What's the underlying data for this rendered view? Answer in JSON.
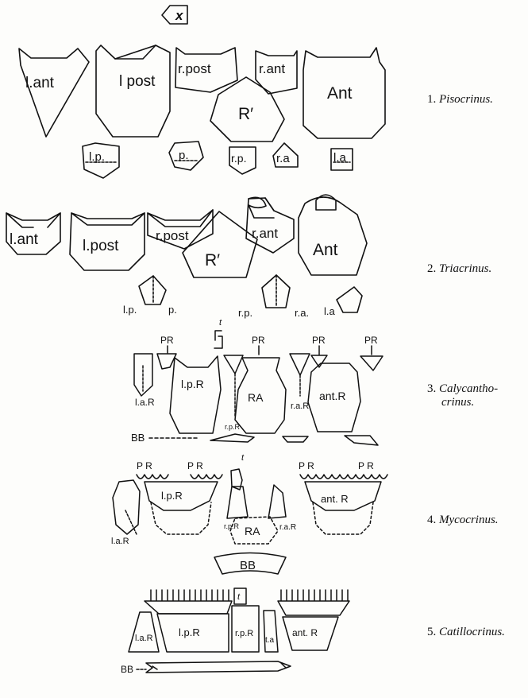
{
  "figures": [
    {
      "number": "1.",
      "name": "Pisocrinus.",
      "plates": {
        "x": "x",
        "l_ant": "l.ant",
        "l_post": "l post",
        "r_post": "r.post",
        "r_ant": "r.ant",
        "ant": "Ant",
        "r_prime": "R′",
        "lp": "l.p.",
        "p": "p.",
        "rp": "r.p.",
        "ra": "r.a",
        "la": "l.a"
      }
    },
    {
      "number": "2.",
      "name": "Triacrinus.",
      "plates": {
        "l_ant": "l.ant",
        "l_post": "l.post",
        "r_post": "r.post",
        "r_ant": "r.ant",
        "ant": "Ant",
        "r_prime": "R′",
        "lp": "l.p.",
        "p": "p.",
        "rp": "r.p.",
        "ra": "r.a.",
        "la": "l.a"
      }
    },
    {
      "number": "3.",
      "name_line1": "Calycantho-",
      "name_line2": "crinus.",
      "plates": {
        "pr": "PR",
        "t": "t",
        "la_r": "l.a.R",
        "lp_r": "l.p.R",
        "rp_r": "r.p.R",
        "ra_big": "RA",
        "ra_r": "r.a.R",
        "ant_r": "ant.R",
        "bb": "BB"
      }
    },
    {
      "number": "4.",
      "name": "Mycocrinus.",
      "plates": {
        "pr": "P R",
        "t": "t",
        "la_r": "l.a.R",
        "lp_r": "l.p.R",
        "rp_r": "r.p.R",
        "ra_big": "RA",
        "ra_r": "r.a.R",
        "ant_r": "ant. R",
        "bb": "BB"
      }
    },
    {
      "number": "5.",
      "name": "Catillocrinus.",
      "plates": {
        "t": "t",
        "la_r": "l.a.R",
        "lp_r": "l.p.R",
        "rp_r": "r.p.R",
        "ta": "t.a",
        "ant_r": "ant. R",
        "bb": "BB"
      }
    }
  ]
}
